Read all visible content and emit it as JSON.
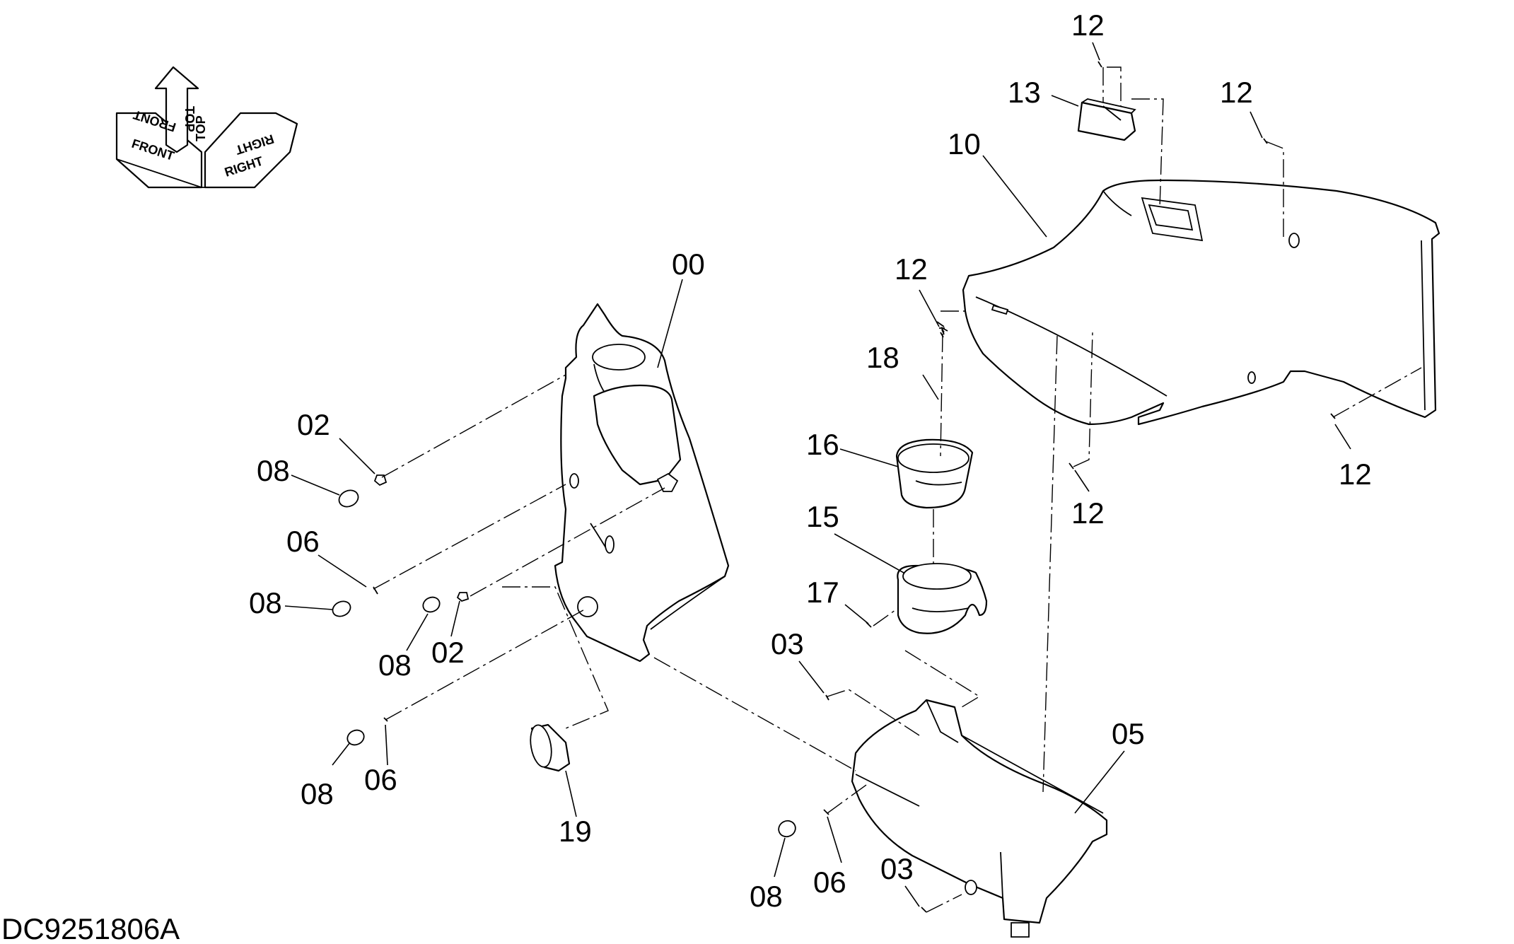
{
  "drawing_code": "DC9251806A",
  "orientation": {
    "front": "FRONT",
    "top": "TOP",
    "right": "RIGHT"
  },
  "callouts": {
    "c00": "00",
    "c02a": "02",
    "c02b": "02",
    "c03a": "03",
    "c03b": "03",
    "c05": "05",
    "c06a": "06",
    "c06b": "06",
    "c06c": "06",
    "c08a": "08",
    "c08b": "08",
    "c08c": "08",
    "c08d": "08",
    "c08e": "08",
    "c10": "10",
    "c12a": "12",
    "c12b": "12",
    "c12c": "12",
    "c12d": "12",
    "c12e": "12",
    "c13": "13",
    "c15": "15",
    "c16": "16",
    "c17": "17",
    "c18": "18",
    "c19": "19"
  }
}
